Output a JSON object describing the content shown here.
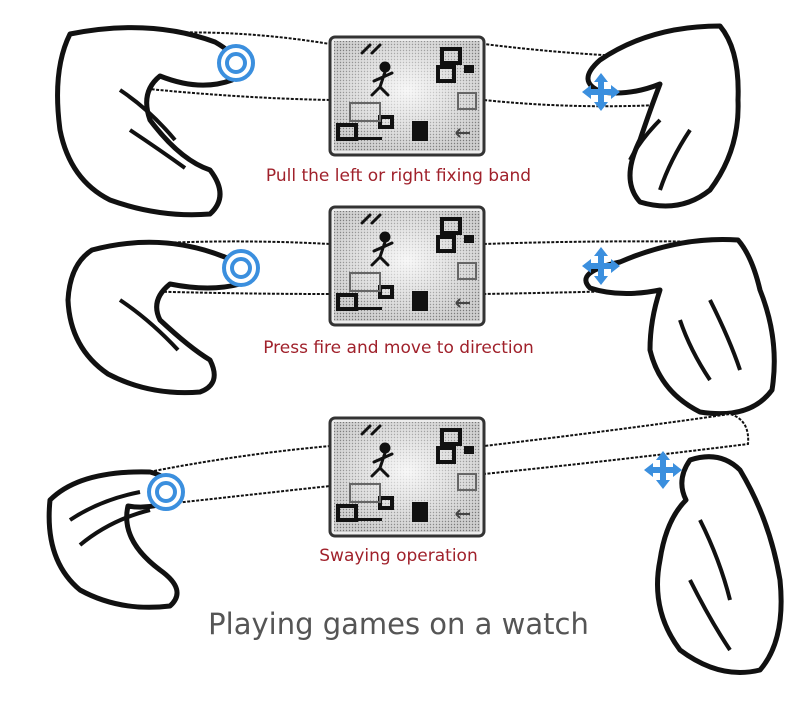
{
  "title": "Playing games on a watch",
  "steps": [
    {
      "caption": "Pull the left or right fixing band"
    },
    {
      "caption": "Press fire and move to direction"
    },
    {
      "caption": "Swaying operation"
    }
  ],
  "icons": {
    "fire": "target-circle-icon",
    "direction": "four-way-arrow-icon"
  },
  "colors": {
    "caption": "#a0212b",
    "title": "#555555",
    "icon": "#3b8fde",
    "ink": "#111111",
    "screen_bg": "#d9d9d9",
    "screen_border": "#444444"
  }
}
